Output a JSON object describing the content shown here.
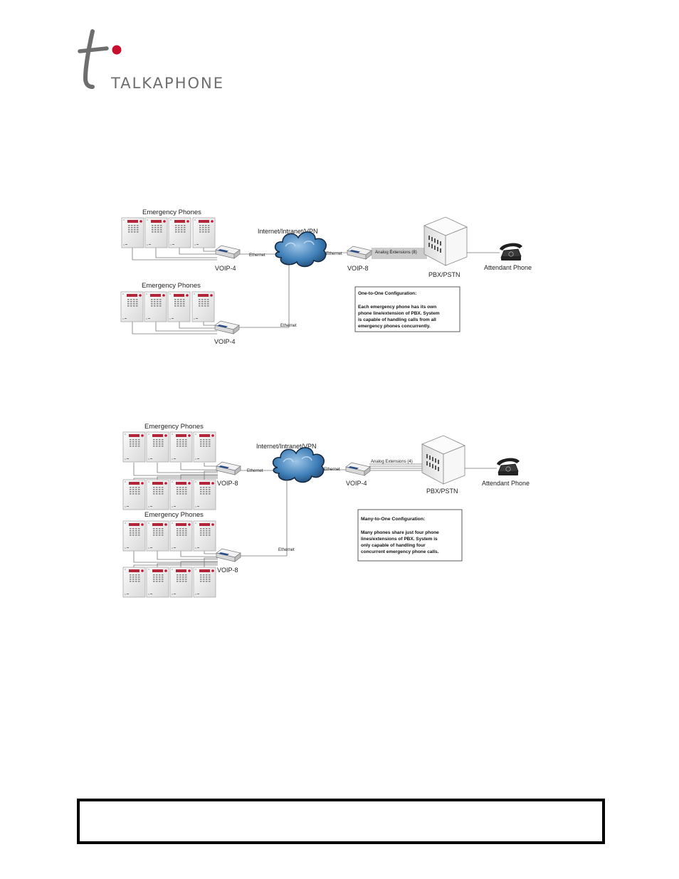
{
  "logo": {
    "brand": "TALKAPHONE",
    "letter": "t",
    "accent": "#c8102e"
  },
  "diagram1": {
    "group_top_label": "Emergency Phones",
    "group_bottom_label": "Emergency Phones",
    "gateway_top": "VOIP-4",
    "gateway_bottom": "VOIP-4",
    "cloud_label": "Internet/Intranet/VPN",
    "ethernet_top": "Ethernet",
    "ethernet_right": "Ethernet",
    "ethernet_bottom": "Ethernet",
    "central_gateway": "VOIP-8",
    "analog_label": "Analog Extensions (8)",
    "pbx_label": "PBX/PSTN",
    "attendant_label": "Attendant Phone",
    "note_title": "One-to-One Configuration:",
    "note_lines": [
      "Each emergency phone has its own",
      "phone line/extension of PBX.  System",
      "is capable of handling calls from all",
      "emergency phones concurrently."
    ]
  },
  "diagram2": {
    "group_top_label": "Emergency Phones",
    "group_bottom_label": "Emergency Phones",
    "gateway_top": "VOIP-8",
    "gateway_bottom": "VOIP-8",
    "cloud_label": "Internet/Intranet/VPN",
    "ethernet_top": "Ethernet",
    "ethernet_right": "Ethernet",
    "ethernet_bottom": "Ethernet",
    "central_gateway": "VOIP-4",
    "analog_label": "Analog Extensions (4)",
    "pbx_label": "PBX/PSTN",
    "attendant_label": "Attendant Phone",
    "note_title": "Many-to-One Configuration:",
    "note_lines": [
      "Many phones share just four phone",
      "lines/extensions of PBX.  System is",
      "only capable of handling four",
      "concurrent emergency phone calls."
    ]
  }
}
